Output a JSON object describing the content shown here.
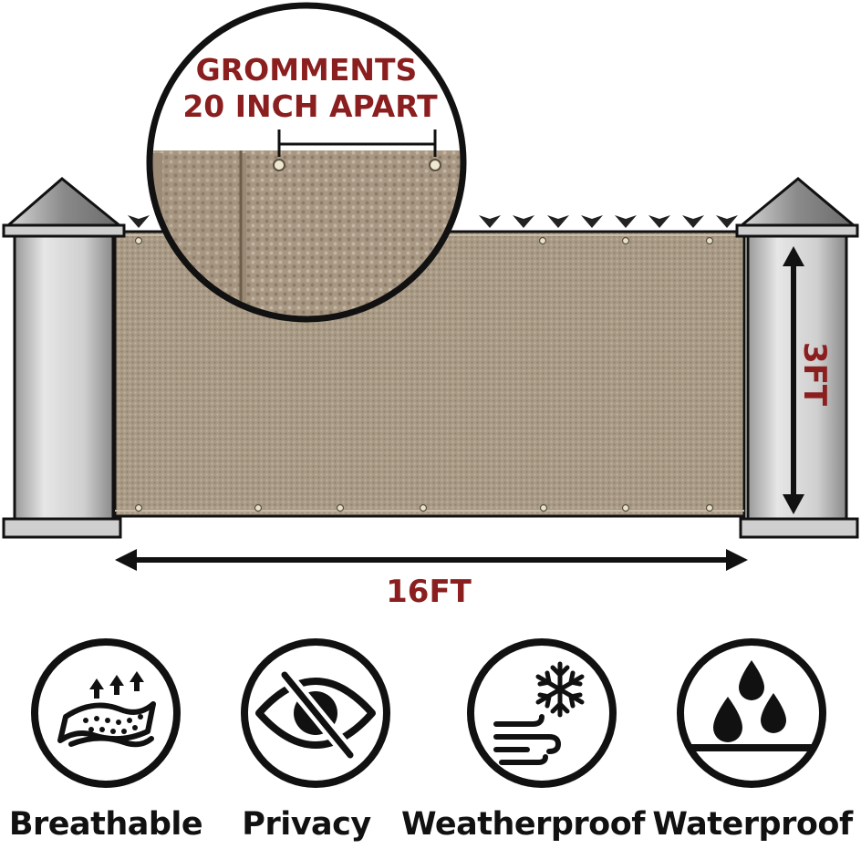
{
  "callout": {
    "line1": "GROMMENTS",
    "line2": "20 INCH APART"
  },
  "dimensions": {
    "height_label": "3FT",
    "width_label": "16FT"
  },
  "features": [
    {
      "label": "Breathable",
      "icon": "breathable-fabric-icon"
    },
    {
      "label": "Privacy",
      "icon": "privacy-eye-crossed-icon"
    },
    {
      "label": "Weatherproof",
      "icon": "snowflake-wind-icon"
    },
    {
      "label": "Waterproof",
      "icon": "water-drops-icon"
    }
  ],
  "colors": {
    "accent_red": "#8b1e1e",
    "screen_fabric": "#a99a86",
    "pillar_gray": "#b9b9b9",
    "outline": "#111111"
  }
}
